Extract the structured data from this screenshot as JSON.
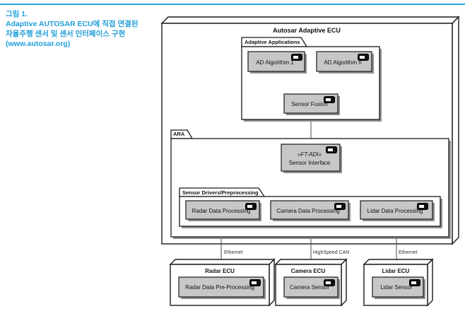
{
  "page": {
    "accent_color": "#1f9ed8",
    "background": "#ffffff"
  },
  "caption": {
    "figure_label": "그림 1.",
    "line1": "Adaptive AUTOSAR ECU에 직접 연결된",
    "line2": "자율주행 센서 및 센서 인터페이스 구현",
    "line3": "(www.autosar.org)"
  },
  "diagram": {
    "root_node_title": "Autosar Adaptive ECU",
    "adaptive_applications": {
      "label": "Adaptive Applications",
      "components": [
        "AD Algorithm 1",
        "AD Algorithm n",
        "Sensor Fusion"
      ]
    },
    "ara": {
      "label": "ARA",
      "sensor_interface": {
        "stereotype": "«FT-ADI»",
        "name": "Sensor Interface"
      },
      "sensor_drivers": {
        "label": "Sensor Drivers/Preprocessing",
        "components": [
          "Radar Data Processing",
          "Camera Data Processing",
          "Lidar Data Processing"
        ]
      }
    },
    "links": [
      {
        "label": "Ethernet"
      },
      {
        "label": "HighSpeed CAN"
      },
      {
        "label": "Ethernet"
      }
    ],
    "external_nodes": [
      {
        "title": "Radar ECU",
        "component": "Radar Data Pre-Processing"
      },
      {
        "title": "Camera ECU",
        "component": "Camera Sensor"
      },
      {
        "title": "Lidar ECU",
        "component": "Lidar Sensor"
      }
    ],
    "colors": {
      "component_fill": "#c7c7c7",
      "shadow": "#8f8f8f",
      "line": "#1a1a1a"
    }
  }
}
